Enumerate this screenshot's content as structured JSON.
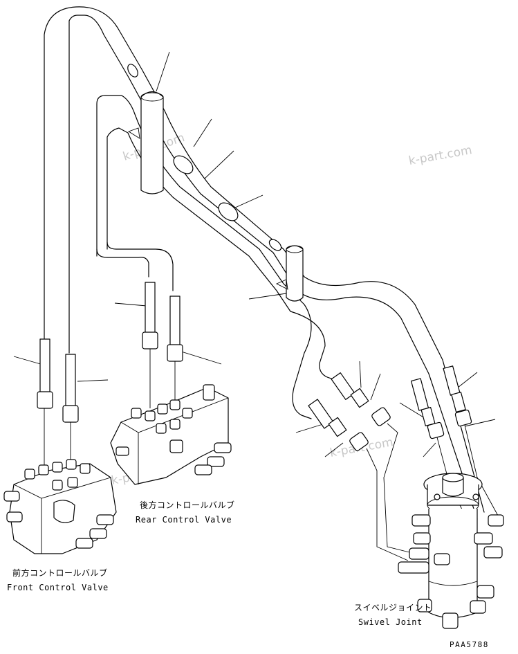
{
  "watermarks": [
    "k-part.com",
    "k-part.com",
    "k-part.com",
    "k-part.com"
  ],
  "labels": {
    "rear_valve_jp": "後方コントロールバルブ",
    "rear_valve_en": "Rear Control Valve",
    "front_valve_jp": "前方コントロールバルブ",
    "front_valve_en": "Front Control Valve",
    "swivel_jp": "スイベルジョイント",
    "swivel_en": "Swivel Joint"
  },
  "drawing_code": "PAA5788"
}
